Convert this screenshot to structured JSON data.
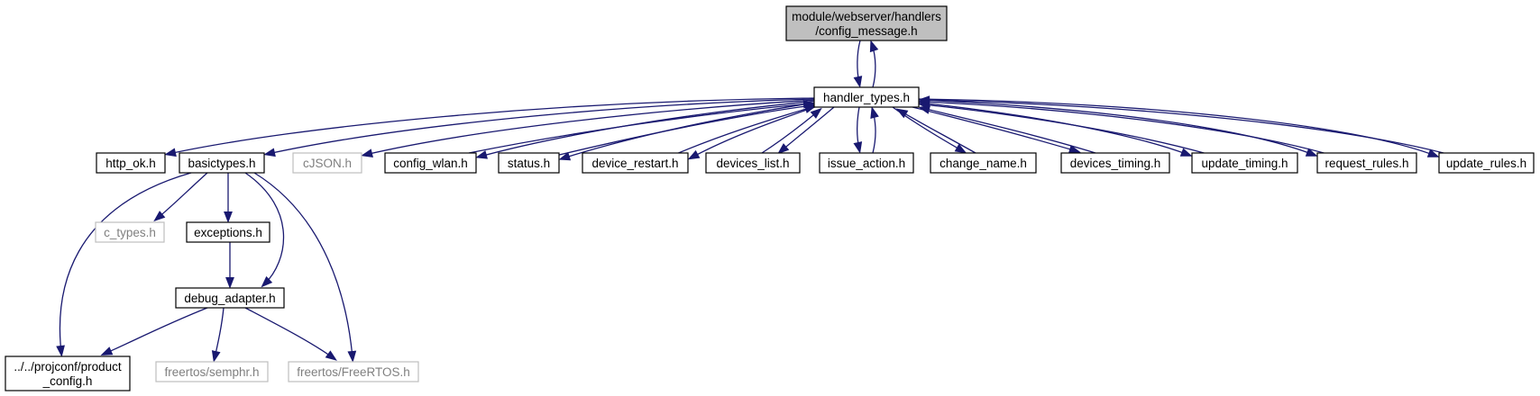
{
  "colors": {
    "edge": "#191970",
    "root_fill": "#bfbfbf",
    "node_border": "#000000",
    "external_border": "#bfbfbf",
    "external_text": "#7f7f7f",
    "text": "#000000"
  },
  "nodes": {
    "config_message": {
      "lines": [
        "module/webserver/handlers",
        "/config_message.h"
      ],
      "style": "root"
    },
    "handler_types": {
      "lines": [
        "handler_types.h"
      ],
      "style": "normal"
    },
    "http_ok": {
      "lines": [
        "http_ok.h"
      ],
      "style": "normal"
    },
    "basictypes": {
      "lines": [
        "basictypes.h"
      ],
      "style": "normal"
    },
    "cjson": {
      "lines": [
        "cJSON.h"
      ],
      "style": "external"
    },
    "config_wlan": {
      "lines": [
        "config_wlan.h"
      ],
      "style": "normal"
    },
    "status": {
      "lines": [
        "status.h"
      ],
      "style": "normal"
    },
    "device_restart": {
      "lines": [
        "device_restart.h"
      ],
      "style": "normal"
    },
    "devices_list": {
      "lines": [
        "devices_list.h"
      ],
      "style": "normal"
    },
    "issue_action": {
      "lines": [
        "issue_action.h"
      ],
      "style": "normal"
    },
    "change_name": {
      "lines": [
        "change_name.h"
      ],
      "style": "normal"
    },
    "devices_timing": {
      "lines": [
        "devices_timing.h"
      ],
      "style": "normal"
    },
    "update_timing": {
      "lines": [
        "update_timing.h"
      ],
      "style": "normal"
    },
    "request_rules": {
      "lines": [
        "request_rules.h"
      ],
      "style": "normal"
    },
    "update_rules": {
      "lines": [
        "update_rules.h"
      ],
      "style": "normal"
    },
    "c_types": {
      "lines": [
        "c_types.h"
      ],
      "style": "external"
    },
    "exceptions": {
      "lines": [
        "exceptions.h"
      ],
      "style": "normal"
    },
    "debug_adapter": {
      "lines": [
        "debug_adapter.h"
      ],
      "style": "normal"
    },
    "product_config": {
      "lines": [
        "../../projconf/product",
        "_config.h"
      ],
      "style": "normal"
    },
    "semphr": {
      "lines": [
        "freertos/semphr.h"
      ],
      "style": "external"
    },
    "freertos": {
      "lines": [
        "freertos/FreeRTOS.h"
      ],
      "style": "external"
    }
  },
  "edges": [
    {
      "from": "config_message",
      "to": "handler_types"
    },
    {
      "from": "handler_types",
      "to": "config_message"
    },
    {
      "from": "handler_types",
      "to": "http_ok"
    },
    {
      "from": "handler_types",
      "to": "basictypes"
    },
    {
      "from": "handler_types",
      "to": "cjson"
    },
    {
      "from": "handler_types",
      "to": "config_wlan"
    },
    {
      "from": "handler_types",
      "to": "status"
    },
    {
      "from": "handler_types",
      "to": "device_restart"
    },
    {
      "from": "handler_types",
      "to": "devices_list"
    },
    {
      "from": "handler_types",
      "to": "issue_action"
    },
    {
      "from": "handler_types",
      "to": "change_name"
    },
    {
      "from": "handler_types",
      "to": "devices_timing"
    },
    {
      "from": "handler_types",
      "to": "update_timing"
    },
    {
      "from": "handler_types",
      "to": "request_rules"
    },
    {
      "from": "handler_types",
      "to": "update_rules"
    },
    {
      "from": "config_wlan",
      "to": "handler_types"
    },
    {
      "from": "status",
      "to": "handler_types"
    },
    {
      "from": "device_restart",
      "to": "handler_types"
    },
    {
      "from": "devices_list",
      "to": "handler_types"
    },
    {
      "from": "issue_action",
      "to": "handler_types"
    },
    {
      "from": "change_name",
      "to": "handler_types"
    },
    {
      "from": "devices_timing",
      "to": "handler_types"
    },
    {
      "from": "update_timing",
      "to": "handler_types"
    },
    {
      "from": "request_rules",
      "to": "handler_types"
    },
    {
      "from": "update_rules",
      "to": "handler_types"
    },
    {
      "from": "basictypes",
      "to": "c_types"
    },
    {
      "from": "basictypes",
      "to": "exceptions"
    },
    {
      "from": "basictypes",
      "to": "debug_adapter"
    },
    {
      "from": "basictypes",
      "to": "product_config"
    },
    {
      "from": "basictypes",
      "to": "freertos"
    },
    {
      "from": "exceptions",
      "to": "debug_adapter"
    },
    {
      "from": "debug_adapter",
      "to": "product_config"
    },
    {
      "from": "debug_adapter",
      "to": "semphr"
    },
    {
      "from": "debug_adapter",
      "to": "freertos"
    }
  ]
}
